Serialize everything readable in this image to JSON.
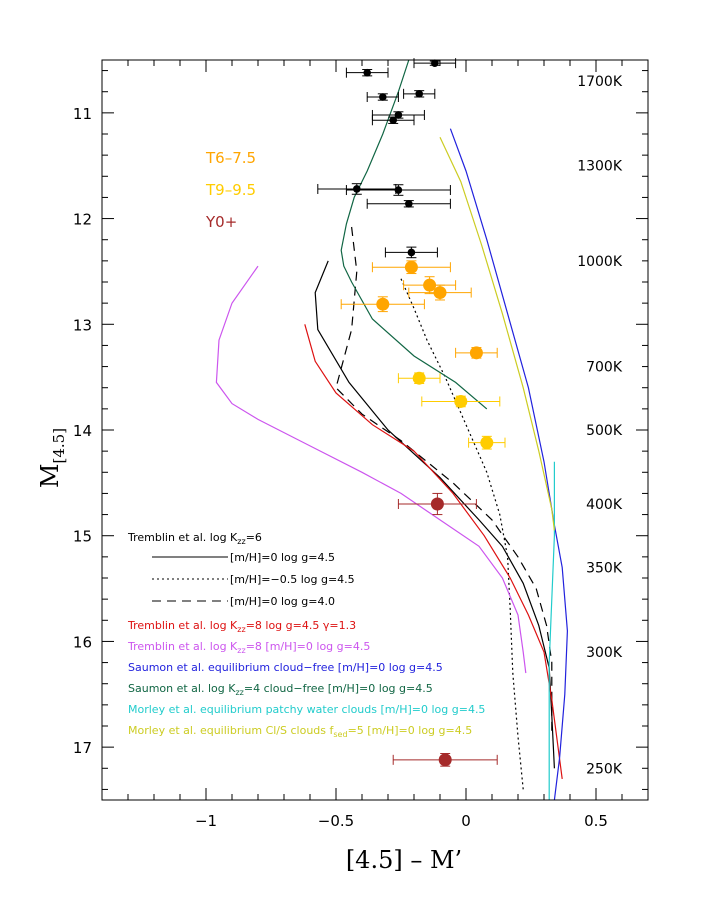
{
  "chart_data": {
    "type": "scatter",
    "xlabel_main": "[4.5] – M’",
    "ylabel_main": "M",
    "ylabel_sub": "[4.5]",
    "xlim": [
      -1.4,
      0.7
    ],
    "ylim": [
      17.5,
      10.5
    ],
    "xticks": [
      -1,
      -0.5,
      0,
      0.5
    ],
    "xtick_labels": [
      "−1",
      "−0.5",
      "0",
      "0.5"
    ],
    "yticks": [
      11,
      12,
      13,
      14,
      15,
      16,
      17
    ],
    "ytick_labels": [
      "11",
      "12",
      "13",
      "14",
      "15",
      "16",
      "17"
    ],
    "temperature_labels": [
      {
        "text": "1700K",
        "y": 10.7
      },
      {
        "text": "1300K",
        "y": 11.5
      },
      {
        "text": "1000K",
        "y": 12.4
      },
      {
        "text": "700K",
        "y": 13.4
      },
      {
        "text": "500K",
        "y": 14.0
      },
      {
        "text": "400K",
        "y": 14.7
      },
      {
        "text": "350K",
        "y": 15.3
      },
      {
        "text": "300K",
        "y": 16.1
      },
      {
        "text": "250K",
        "y": 17.2
      }
    ],
    "groups": [
      {
        "label": "T6–7.5",
        "color": "#FFA500"
      },
      {
        "label": "T9–9.5",
        "color": "#FFCC00"
      },
      {
        "label": "Y0+",
        "color": "#A52A2A"
      }
    ],
    "points": [
      {
        "x": -0.12,
        "y": 10.53,
        "xerr": 0.08,
        "yerr": 0.02,
        "color": "#000000",
        "size": "small"
      },
      {
        "x": -0.38,
        "y": 10.62,
        "xerr": 0.08,
        "yerr": 0.03,
        "color": "#000000",
        "size": "small"
      },
      {
        "x": -0.18,
        "y": 10.82,
        "xerr": 0.06,
        "yerr": 0.03,
        "color": "#000000",
        "size": "small"
      },
      {
        "x": -0.32,
        "y": 10.85,
        "xerr": 0.06,
        "yerr": 0.03,
        "color": "#000000",
        "size": "small"
      },
      {
        "x": -0.26,
        "y": 11.02,
        "xerr": 0.1,
        "yerr": 0.03,
        "color": "#000000",
        "size": "small"
      },
      {
        "x": -0.28,
        "y": 11.07,
        "xerr": 0.08,
        "yerr": 0.03,
        "color": "#000000",
        "size": "small"
      },
      {
        "x": -0.42,
        "y": 11.72,
        "xerr": 0.15,
        "yerr": 0.05,
        "color": "#000000",
        "size": "small"
      },
      {
        "x": -0.26,
        "y": 11.73,
        "xerr": 0.2,
        "yerr": 0.05,
        "color": "#000000",
        "size": "small"
      },
      {
        "x": -0.22,
        "y": 11.86,
        "xerr": 0.16,
        "yerr": 0.03,
        "color": "#000000",
        "size": "small"
      },
      {
        "x": -0.21,
        "y": 12.32,
        "xerr": 0.1,
        "yerr": 0.05,
        "color": "#000000",
        "size": "small"
      },
      {
        "x": -0.21,
        "y": 12.46,
        "xerr": 0.15,
        "yerr": 0.06,
        "color": "#FFA500",
        "size": "large"
      },
      {
        "x": -0.14,
        "y": 12.63,
        "xerr": 0.1,
        "yerr": 0.08,
        "color": "#FFA500",
        "size": "large"
      },
      {
        "x": -0.1,
        "y": 12.7,
        "xerr": 0.12,
        "yerr": 0.07,
        "color": "#FFA500",
        "size": "large"
      },
      {
        "x": -0.32,
        "y": 12.81,
        "xerr": 0.16,
        "yerr": 0.07,
        "color": "#FFA500",
        "size": "large"
      },
      {
        "x": 0.04,
        "y": 13.27,
        "xerr": 0.08,
        "yerr": 0.05,
        "color": "#FFA500",
        "size": "large"
      },
      {
        "x": -0.18,
        "y": 13.51,
        "xerr": 0.08,
        "yerr": 0.05,
        "color": "#FFCC00",
        "size": "large"
      },
      {
        "x": -0.02,
        "y": 13.73,
        "xerr": 0.15,
        "yerr": 0.05,
        "color": "#FFCC00",
        "size": "large"
      },
      {
        "x": 0.08,
        "y": 14.12,
        "xerr": 0.07,
        "yerr": 0.06,
        "color": "#FFCC00",
        "size": "large"
      },
      {
        "x": -0.11,
        "y": 14.7,
        "xerr": 0.15,
        "yerr": 0.1,
        "color": "#A52A2A",
        "size": "large"
      },
      {
        "x": -0.08,
        "y": 17.12,
        "xerr": 0.2,
        "yerr": 0.06,
        "color": "#A52A2A",
        "size": "large"
      }
    ],
    "series": [
      {
        "color": "#000000",
        "dash": "",
        "x": [
          -0.53,
          -0.58,
          -0.57,
          -0.45,
          -0.3,
          -0.1,
          0.05,
          0.14,
          0.22,
          0.28,
          0.32,
          0.33,
          0.34
        ],
        "y": [
          12.4,
          12.7,
          13.05,
          13.55,
          14.0,
          14.45,
          14.85,
          15.1,
          15.45,
          15.85,
          16.25,
          16.7,
          17.2
        ]
      },
      {
        "color": "#000000",
        "dash": "2 3",
        "x": [
          -0.25,
          -0.2,
          -0.15,
          -0.08,
          0.0,
          0.08,
          0.13,
          0.16,
          0.17,
          0.18,
          0.2,
          0.22
        ],
        "y": [
          12.57,
          12.85,
          13.15,
          13.5,
          13.95,
          14.4,
          14.8,
          15.2,
          15.7,
          16.3,
          16.9,
          17.4
        ]
      },
      {
        "color": "#000000",
        "dash": "9 6",
        "x": [
          -0.44,
          -0.42,
          -0.44,
          -0.5,
          -0.4,
          -0.25,
          -0.05,
          0.1,
          0.2,
          0.27,
          0.31,
          0.33,
          0.33
        ],
        "y": [
          12.08,
          12.5,
          13.05,
          13.6,
          13.85,
          14.1,
          14.5,
          14.85,
          15.2,
          15.5,
          15.85,
          16.2,
          16.9
        ]
      },
      {
        "color": "#DD1111",
        "dash": "",
        "x": [
          -0.62,
          -0.58,
          -0.5,
          -0.36,
          -0.2,
          -0.05,
          0.07,
          0.17,
          0.24,
          0.3,
          0.33,
          0.37
        ],
        "y": [
          13.0,
          13.35,
          13.65,
          13.95,
          14.2,
          14.6,
          15.0,
          15.4,
          15.75,
          16.1,
          16.55,
          17.3
        ]
      },
      {
        "color": "#CC55EE",
        "dash": "",
        "x": [
          -0.8,
          -0.9,
          -0.95,
          -0.96,
          -0.9,
          -0.8,
          -0.6,
          -0.4,
          -0.25,
          -0.1,
          0.05,
          0.14,
          0.2,
          0.22,
          0.23
        ],
        "y": [
          12.45,
          12.8,
          13.15,
          13.55,
          13.75,
          13.9,
          14.15,
          14.4,
          14.6,
          14.85,
          15.1,
          15.4,
          15.75,
          16.1,
          16.3
        ]
      },
      {
        "color": "#2222DD",
        "dash": "",
        "x": [
          -0.06,
          0.0,
          0.08,
          0.16,
          0.24,
          0.3,
          0.34,
          0.37,
          0.39,
          0.38,
          0.36,
          0.34
        ],
        "y": [
          11.15,
          11.55,
          12.2,
          12.9,
          13.6,
          14.3,
          14.9,
          15.3,
          15.9,
          16.5,
          17.1,
          17.5
        ]
      },
      {
        "color": "#116644",
        "dash": "",
        "x": [
          -0.22,
          -0.26,
          -0.32,
          -0.38,
          -0.43,
          -0.46,
          -0.48,
          -0.47,
          -0.44,
          -0.36,
          -0.2,
          -0.04,
          0.08
        ],
        "y": [
          10.5,
          10.8,
          11.2,
          11.55,
          11.8,
          12.05,
          12.3,
          12.45,
          12.6,
          12.95,
          13.3,
          13.55,
          13.8
        ]
      },
      {
        "color": "#22CCCC",
        "dash": "",
        "x": [
          0.34,
          0.34,
          0.33,
          0.32,
          0.32,
          0.32,
          0.32
        ],
        "y": [
          14.3,
          15.0,
          15.6,
          16.2,
          16.7,
          17.1,
          17.5
        ]
      },
      {
        "color": "#CCCC22",
        "dash": "",
        "x": [
          -0.1,
          -0.02,
          0.06,
          0.14,
          0.22,
          0.28,
          0.33,
          0.34
        ],
        "y": [
          11.23,
          11.65,
          12.25,
          12.9,
          13.6,
          14.2,
          14.75,
          14.95
        ]
      }
    ],
    "legend": {
      "tremblin_header": {
        "text": "Tremblin et al. log K",
        "sub": "zz",
        "tail": "=6",
        "color": "#000000"
      },
      "tremblin_rows": [
        {
          "text": "[m/H]=0 log g=4.5",
          "dash": ""
        },
        {
          "text": "[m/H]=−0.5 log g=4.5",
          "dash": "2 3"
        },
        {
          "text": "[m/H]=0 log g=4.0",
          "dash": "9 6"
        }
      ],
      "entries": [
        {
          "pre": "Tremblin et al. log K",
          "sub": "zz",
          "post": "=8 log g=4.5 γ=1.3",
          "color": "#DD1111"
        },
        {
          "pre": "Tremblin et al. log K",
          "sub": "zz",
          "post": "=8 [m/H]=0 log g=4.5",
          "color": "#CC55EE"
        },
        {
          "pre": "Saumon et al. equilibrium cloud−free [m/H]=0 log g=4.5",
          "sub": "",
          "post": "",
          "color": "#2222DD"
        },
        {
          "pre": "Saumon et al. log K",
          "sub": "zz",
          "post": "=4 cloud−free [m/H]=0 log g=4.5",
          "color": "#116644"
        },
        {
          "pre": "Morley et al. equilibrium patchy water clouds [m/H]=0 log g=4.5",
          "sub": "",
          "post": "",
          "color": "#22CCCC"
        },
        {
          "pre": "Morley et al. equilibrium Cl/S clouds f",
          "sub": "sed",
          "post": "=5 [m/H]=0 log g=4.5",
          "color": "#CCCC22"
        }
      ]
    },
    "grid": false
  }
}
